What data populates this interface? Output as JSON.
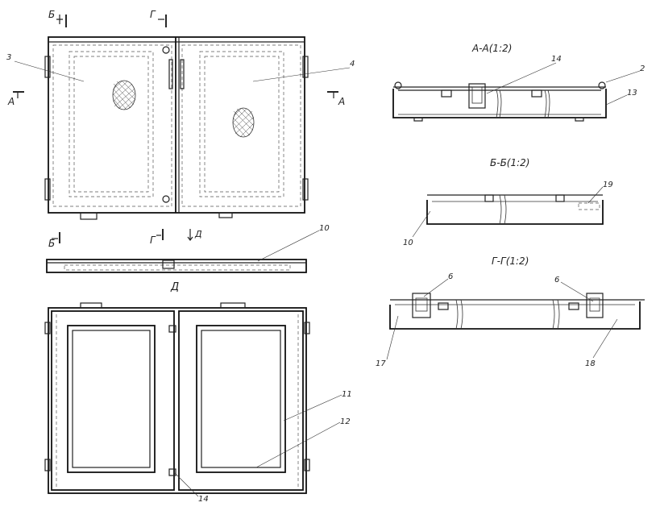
{
  "callouts": {
    "c2": "2",
    "c3": "3",
    "c4": "4",
    "c6a": "6",
    "c6b": "6",
    "c10a": "10",
    "c10b": "10",
    "c11": "11",
    "c12": "12",
    "c13": "13",
    "c14a": "14",
    "c14b": "14",
    "c17": "17",
    "c18": "18",
    "c19": "19"
  },
  "section_marks": {
    "a_left": "A",
    "a_right": "A",
    "b_top": "Б",
    "b_bottom": "Б",
    "g_top": "Г",
    "g_bottom": "Г",
    "d_arrow": "Д"
  },
  "view_titles": {
    "d_view": "Д",
    "section_aa": "А-А(1:2)",
    "section_bb": "Б-Б(1:2)",
    "section_gg": "Г-Г(1:2)"
  }
}
